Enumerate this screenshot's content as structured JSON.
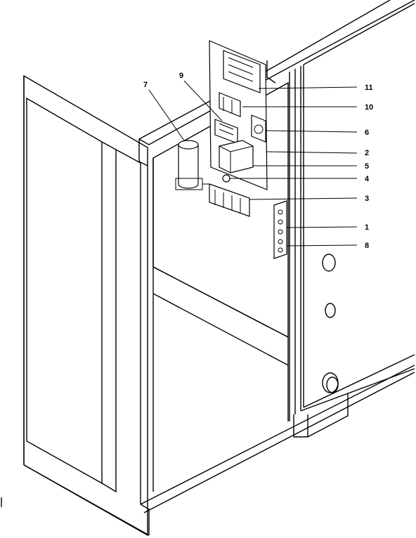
{
  "diagram": {
    "callouts": [
      {
        "id": "7",
        "text": "7"
      },
      {
        "id": "9",
        "text": "9"
      },
      {
        "id": "11",
        "text": "11"
      },
      {
        "id": "10",
        "text": "10"
      },
      {
        "id": "6",
        "text": "6"
      },
      {
        "id": "2",
        "text": "2"
      },
      {
        "id": "5",
        "text": "5"
      },
      {
        "id": "4",
        "text": "4"
      },
      {
        "id": "3",
        "text": "3"
      },
      {
        "id": "1",
        "text": "1"
      },
      {
        "id": "8",
        "text": "8"
      }
    ]
  }
}
